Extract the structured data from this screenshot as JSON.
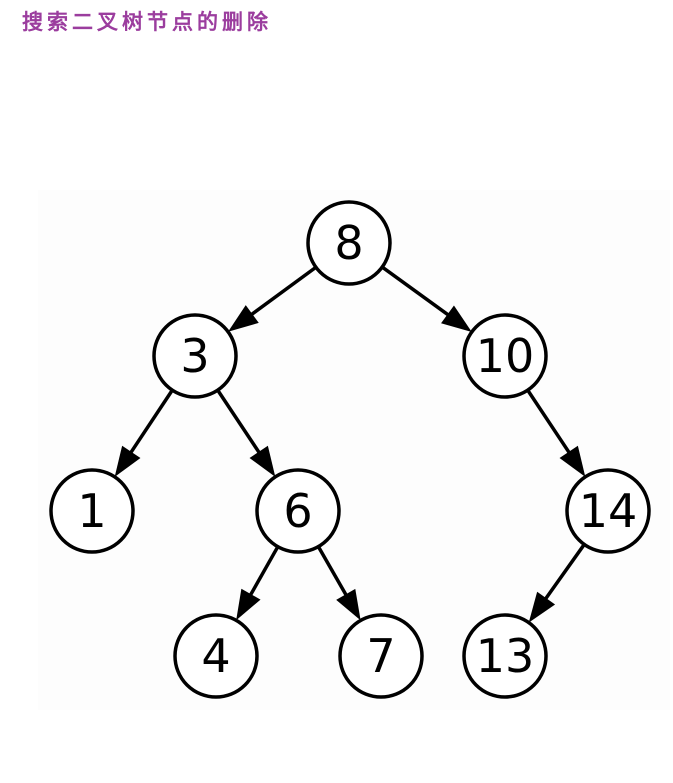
{
  "title": "搜索二叉树节点的删除",
  "tree": {
    "nodes": [
      {
        "id": "n8",
        "label": "8"
      },
      {
        "id": "n3",
        "label": "3"
      },
      {
        "id": "n10",
        "label": "10"
      },
      {
        "id": "n1",
        "label": "1"
      },
      {
        "id": "n6",
        "label": "6"
      },
      {
        "id": "n14",
        "label": "14"
      },
      {
        "id": "n4",
        "label": "4"
      },
      {
        "id": "n7",
        "label": "7"
      },
      {
        "id": "n13",
        "label": "13"
      }
    ],
    "edges": [
      {
        "from": "n8",
        "to": "n3"
      },
      {
        "from": "n8",
        "to": "n10"
      },
      {
        "from": "n3",
        "to": "n1"
      },
      {
        "from": "n3",
        "to": "n6"
      },
      {
        "from": "n10",
        "to": "n14"
      },
      {
        "from": "n6",
        "to": "n4"
      },
      {
        "from": "n6",
        "to": "n7"
      },
      {
        "from": "n14",
        "to": "n13"
      }
    ]
  }
}
